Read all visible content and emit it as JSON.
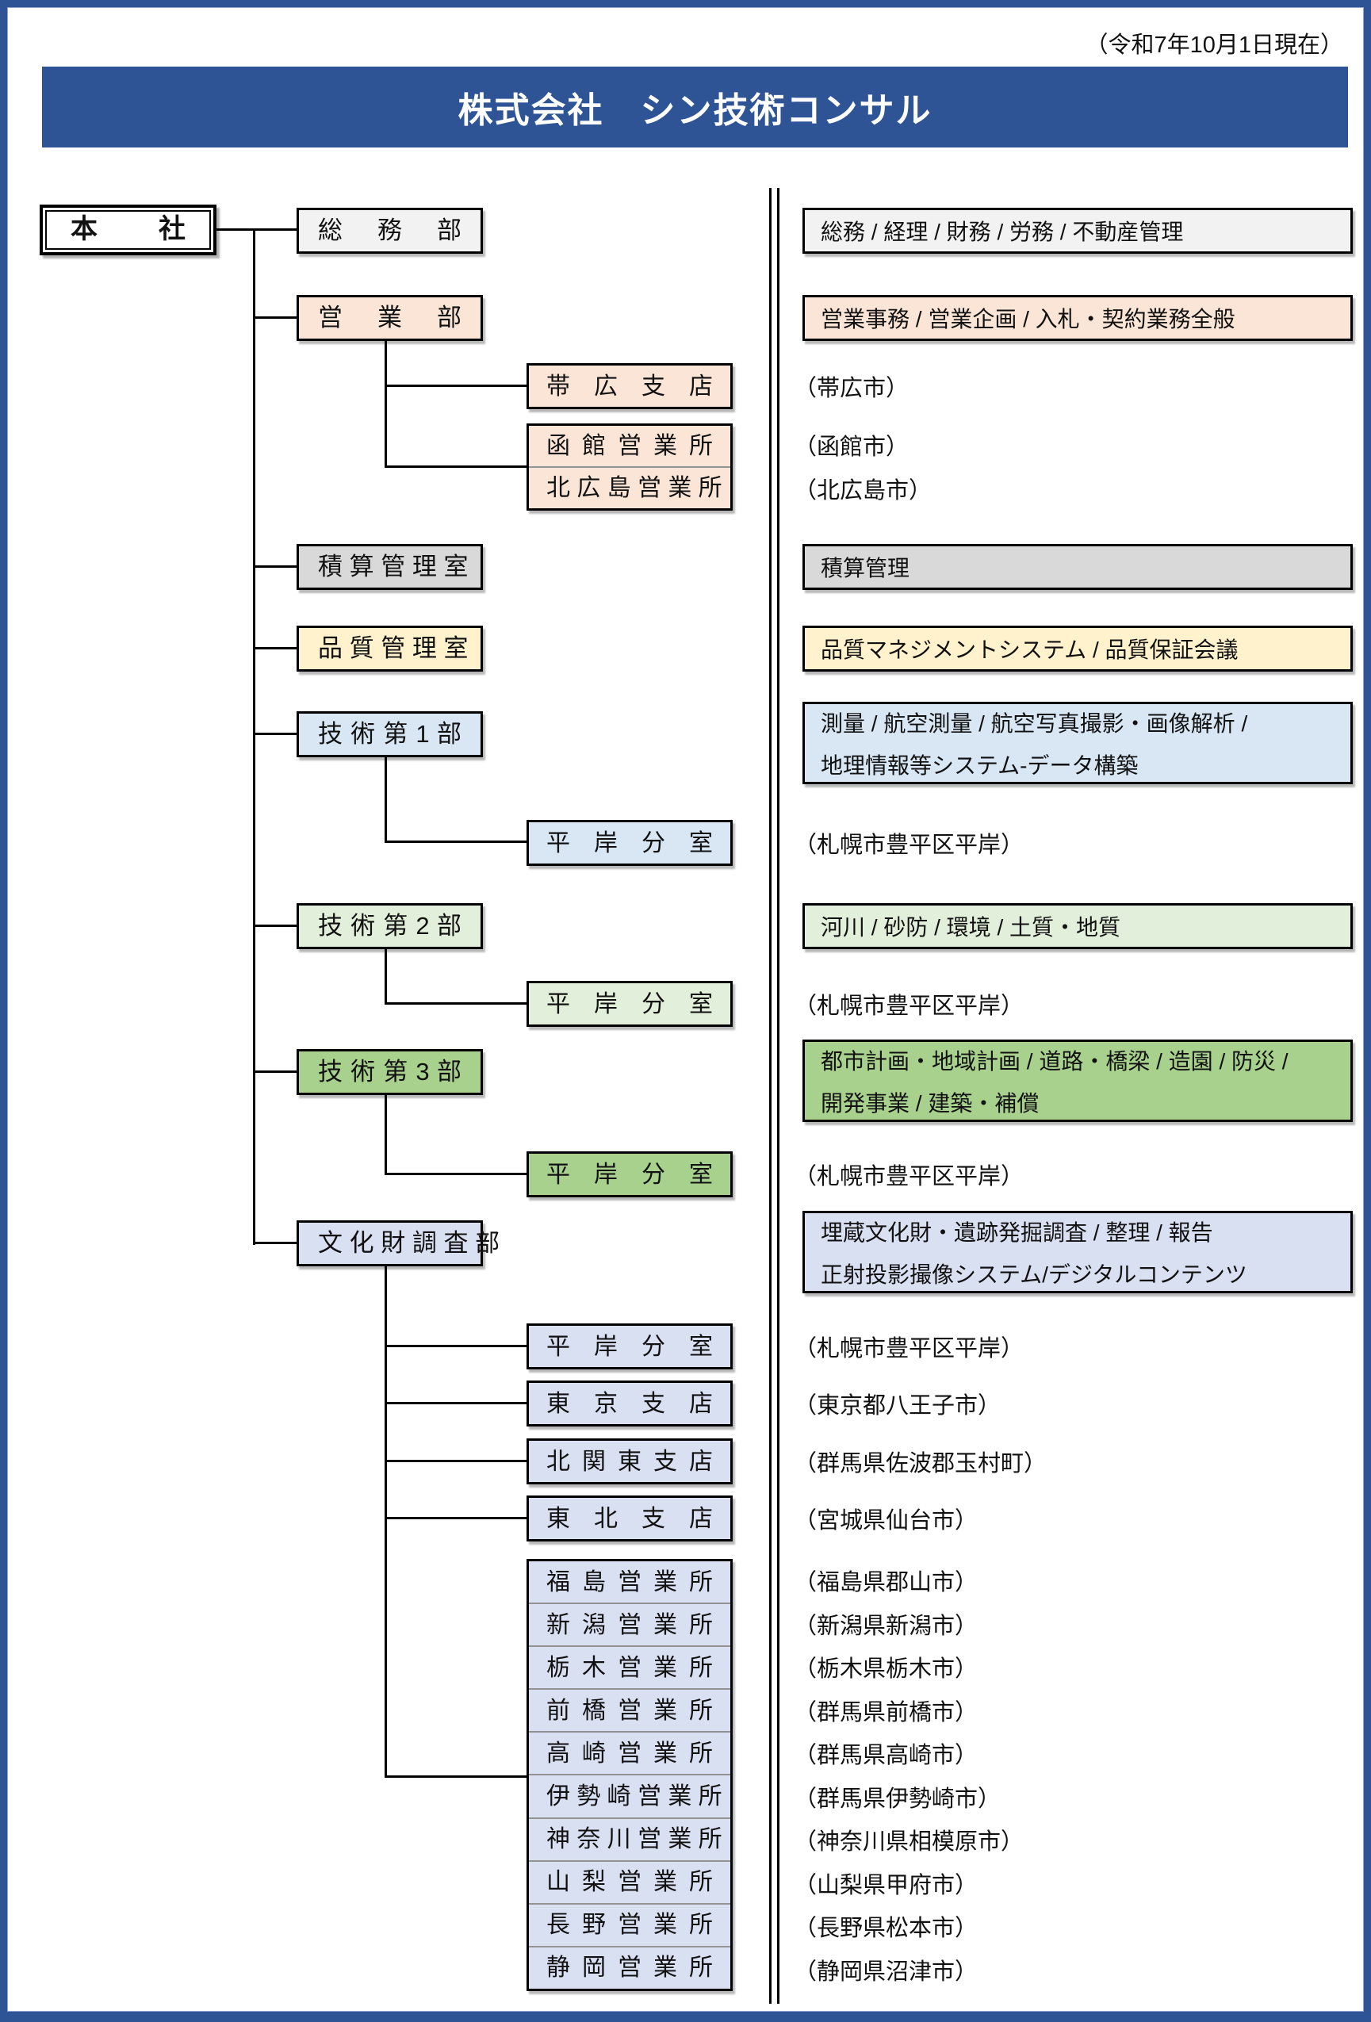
{
  "page": {
    "date_note": "（令和7年10月1日現在）",
    "title": "株式会社　シン技術コンサル"
  },
  "colors": {
    "banner_blue": "#2F5496",
    "border_blue": "#2F5496",
    "peach": "#FBE5D6",
    "light_gray": "#F2F2F2",
    "gray": "#D9D9D9",
    "yellow": "#FFF2CC",
    "light_blue": "#D9E7F5",
    "light_green": "#E2EFDA",
    "green": "#A9D18E",
    "lavender": "#D9E0F2"
  },
  "nodes": {
    "head_office": {
      "label": "本社"
    },
    "soumu": {
      "label": "総務部",
      "desc": "総務 / 経理 / 財務 / 労務 / 不動産管理"
    },
    "eigyo": {
      "label": "営業部",
      "desc": "営業事務 / 営業企画 / 入札・契約業務全般"
    },
    "obihiro": {
      "label": "帯広支店",
      "loc": "（帯広市）"
    },
    "hakodate": {
      "label": "函館営業所",
      "loc": "（函館市）"
    },
    "kitahiroshima": {
      "label": "北広島営業所",
      "loc": "（北広島市）"
    },
    "sekisan": {
      "label": "積算管理室",
      "desc": "積算管理"
    },
    "hinshitsu": {
      "label": "品質管理室",
      "desc": "品質マネジメントシステム / 品質保証会議"
    },
    "tech1": {
      "label": "技術第1部",
      "lines": [
        "測量 / 航空測量 / 航空写真撮影・画像解析 /",
        "地理情報等システム-データ構築"
      ]
    },
    "hiragishi1": {
      "label": "平岸分室",
      "loc": "（札幌市豊平区平岸）"
    },
    "tech2": {
      "label": "技術第2部",
      "desc": "河川 / 砂防 / 環境 / 土質・地質"
    },
    "hiragishi2": {
      "label": "平岸分室",
      "loc": "（札幌市豊平区平岸）"
    },
    "tech3": {
      "label": "技術第3部",
      "lines": [
        "都市計画・地域計画 / 道路・橋梁 / 造園 / 防災 /",
        "開発事業 / 建築・補償"
      ]
    },
    "hiragishi3": {
      "label": "平岸分室",
      "loc": "（札幌市豊平区平岸）"
    },
    "bunkazai": {
      "label": "文化財調査部",
      "lines": [
        "埋蔵文化財・遺跡発掘調査 / 整理 / 報告",
        "正射投影撮像システム/デジタルコンテンツ"
      ]
    },
    "hiragishi4": {
      "label": "平岸分室",
      "loc": "（札幌市豊平区平岸）"
    },
    "tokyo": {
      "label": "東京支店",
      "loc": "（東京都八王子市）"
    },
    "kitakanto": {
      "label": "北関東支店",
      "loc": "（群馬県佐波郡玉村町）"
    },
    "tohoku": {
      "label": "東北支店",
      "loc": "（宮城県仙台市）"
    },
    "offices": [
      {
        "label": "福島営業所",
        "loc": "（福島県郡山市）"
      },
      {
        "label": "新潟営業所",
        "loc": "（新潟県新潟市）"
      },
      {
        "label": "栃木営業所",
        "loc": "（栃木県栃木市）"
      },
      {
        "label": "前橋営業所",
        "loc": "（群馬県前橋市）"
      },
      {
        "label": "高崎営業所",
        "loc": "（群馬県高崎市）"
      },
      {
        "label": "伊勢崎営業所",
        "loc": "（群馬県伊勢崎市）"
      },
      {
        "label": "神奈川営業所",
        "loc": "（神奈川県相模原市）"
      },
      {
        "label": "山梨営業所",
        "loc": "（山梨県甲府市）"
      },
      {
        "label": "長野営業所",
        "loc": "（長野県松本市）"
      },
      {
        "label": "静岡営業所",
        "loc": "（静岡県沼津市）"
      }
    ]
  }
}
